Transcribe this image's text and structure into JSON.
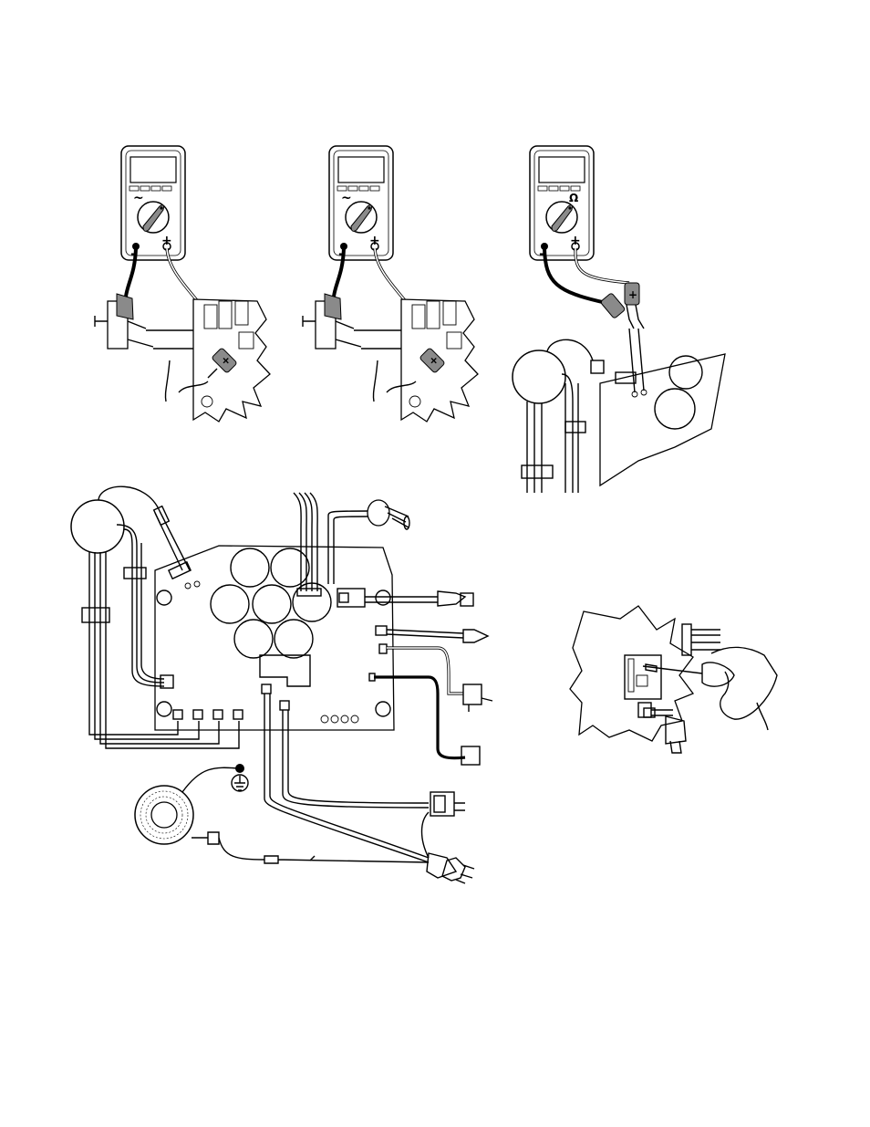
{
  "meters": [
    {
      "id": "meter-1",
      "neg": "–",
      "pos": "+",
      "mode_symbol": "~"
    },
    {
      "id": "meter-2",
      "neg": "–",
      "pos": "+",
      "mode_symbol": "~"
    },
    {
      "id": "meter-3",
      "neg": "–",
      "pos": "+",
      "mode_symbol": "Ω"
    }
  ],
  "probe_plus": "+",
  "colors": {
    "ink": "#000000",
    "probe": "#8a8a8a",
    "paper": "#ffffff"
  }
}
